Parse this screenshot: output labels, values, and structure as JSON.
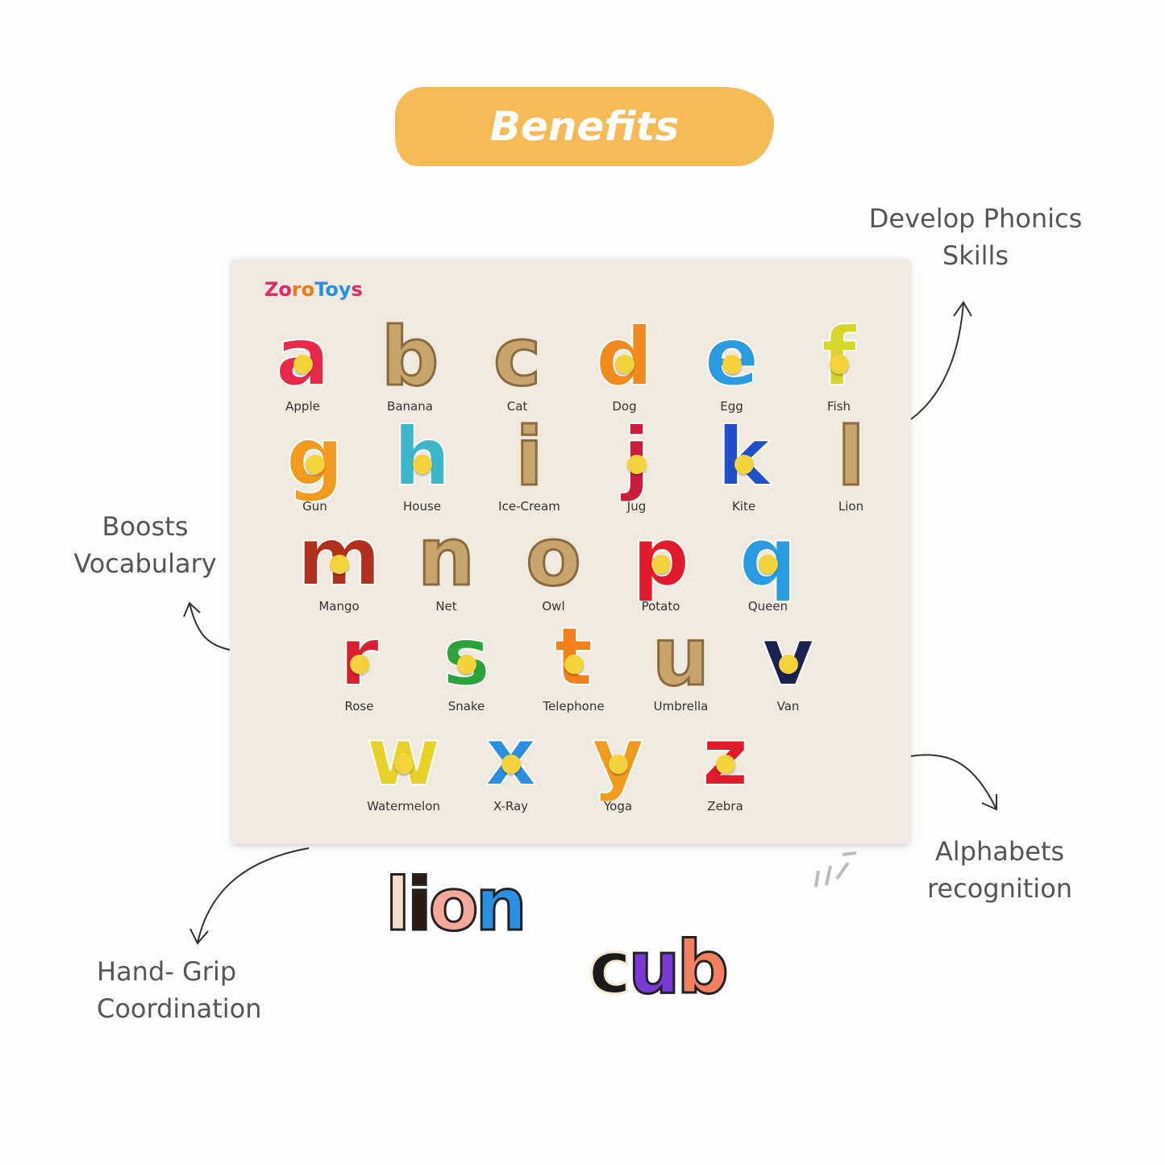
{
  "banner": {
    "title": "Benefits"
  },
  "callouts": {
    "phonics": "Develop Phonics Skills",
    "vocabulary": "Boosts Vocabulary",
    "alphabets": "Alphabets recognition",
    "grip": "Hand- Grip Coordination"
  },
  "brand": "ZoroToys",
  "rows": [
    [
      {
        "l": "a",
        "w": "Apple",
        "c": "#e8284a"
      },
      {
        "l": "b",
        "w": "Banana",
        "c": "hollow"
      },
      {
        "l": "c",
        "w": "Cat",
        "c": "hollow"
      },
      {
        "l": "d",
        "w": "Dog",
        "c": "#f08a1c"
      },
      {
        "l": "e",
        "w": "Egg",
        "c": "#2a9be0"
      },
      {
        "l": "f",
        "w": "Fish",
        "c": "#d6d62a"
      }
    ],
    [
      {
        "l": "g",
        "w": "Gun",
        "c": "#f29a1e"
      },
      {
        "l": "h",
        "w": "House",
        "c": "#3ab7c8"
      },
      {
        "l": "i",
        "w": "Ice-Cream",
        "c": "hollow"
      },
      {
        "l": "j",
        "w": "Jug",
        "c": "#c81e3c"
      },
      {
        "l": "k",
        "w": "Kite",
        "c": "#1f4fc9"
      },
      {
        "l": "l",
        "w": "Lion",
        "c": "hollow"
      }
    ],
    [
      {
        "l": "m",
        "w": "Mango",
        "c": "#b0301e"
      },
      {
        "l": "n",
        "w": "Net",
        "c": "hollow"
      },
      {
        "l": "o",
        "w": "Owl",
        "c": "hollow"
      },
      {
        "l": "p",
        "w": "Potato",
        "c": "#e01a2a"
      },
      {
        "l": "q",
        "w": "Queen",
        "c": "#2a9be0"
      }
    ],
    [
      {
        "l": "r",
        "w": "Rose",
        "c": "#d82030"
      },
      {
        "l": "s",
        "w": "Snake",
        "c": "#2aa43a"
      },
      {
        "l": "t",
        "w": "Telephone",
        "c": "#f0801a"
      },
      {
        "l": "u",
        "w": "Umbrella",
        "c": "hollow"
      },
      {
        "l": "v",
        "w": "Van",
        "c": "#1a2250"
      }
    ],
    [
      {
        "l": "w",
        "w": "Watermelon",
        "c": "#e8d22a"
      },
      {
        "l": "x",
        "w": "X-Ray",
        "c": "#2a8fe0"
      },
      {
        "l": "y",
        "w": "Yoga",
        "c": "#f29a1e"
      },
      {
        "l": "z",
        "w": "Zebra",
        "c": "#e01a2a"
      }
    ]
  ],
  "pieces": {
    "word1": "lion",
    "word2": "cub"
  }
}
